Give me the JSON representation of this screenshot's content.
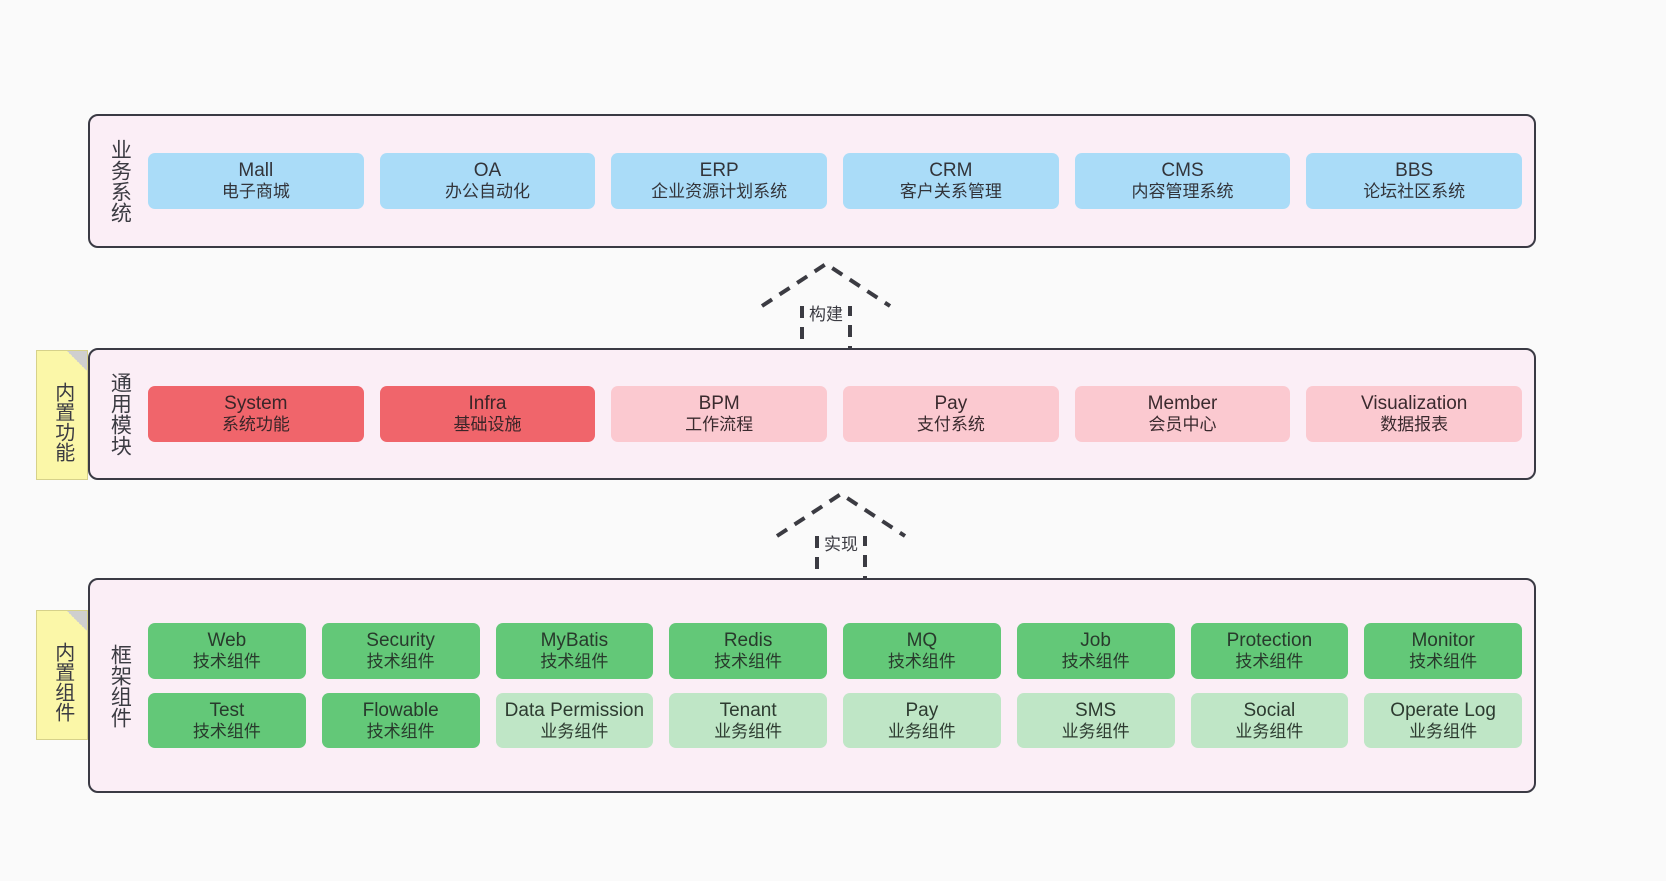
{
  "diagram": {
    "background": "#fafafa",
    "palette": {
      "layer_bg": "#fbeef6",
      "layer_border": "#3a3a44",
      "blue": "#aadcf8",
      "red": "#f0656b",
      "pink_light": "#fbc9d0",
      "green": "#63c878",
      "green_light": "#bfe6c6",
      "note_yellow": "#fbf7a8"
    }
  },
  "layers": [
    {
      "id": "business",
      "title": "业务系统",
      "rows": [
        {
          "nodes": [
            {
              "name": "Mall",
              "sub": "电子商城",
              "color": "blue"
            },
            {
              "name": "OA",
              "sub": "办公自动化",
              "color": "blue"
            },
            {
              "name": "ERP",
              "sub": "企业资源计划系统",
              "color": "blue"
            },
            {
              "name": "CRM",
              "sub": "客户关系管理",
              "color": "blue"
            },
            {
              "name": "CMS",
              "sub": "内容管理系统",
              "color": "blue"
            },
            {
              "name": "BBS",
              "sub": "论坛社区系统",
              "color": "blue"
            }
          ]
        }
      ]
    },
    {
      "id": "common",
      "title": "通用模块",
      "note": "内置功能",
      "rows": [
        {
          "nodes": [
            {
              "name": "System",
              "sub": "系统功能",
              "color": "red"
            },
            {
              "name": "Infra",
              "sub": "基础设施",
              "color": "red"
            },
            {
              "name": "BPM",
              "sub": "工作流程",
              "color": "pinklight"
            },
            {
              "name": "Pay",
              "sub": "支付系统",
              "color": "pinklight"
            },
            {
              "name": "Member",
              "sub": "会员中心",
              "color": "pinklight"
            },
            {
              "name": "Visualization",
              "sub": "数据报表",
              "color": "pinklight"
            }
          ]
        }
      ]
    },
    {
      "id": "framework",
      "title": "框架组件",
      "note": "内置组件",
      "rows": [
        {
          "nodes": [
            {
              "name": "Web",
              "sub": "技术组件",
              "color": "green"
            },
            {
              "name": "Security",
              "sub": "技术组件",
              "color": "green"
            },
            {
              "name": "MyBatis",
              "sub": "技术组件",
              "color": "green"
            },
            {
              "name": "Redis",
              "sub": "技术组件",
              "color": "green"
            },
            {
              "name": "MQ",
              "sub": "技术组件",
              "color": "green"
            },
            {
              "name": "Job",
              "sub": "技术组件",
              "color": "green"
            },
            {
              "name": "Protection",
              "sub": "技术组件",
              "color": "green"
            },
            {
              "name": "Monitor",
              "sub": "技术组件",
              "color": "green"
            }
          ]
        },
        {
          "nodes": [
            {
              "name": "Test",
              "sub": "技术组件",
              "color": "green"
            },
            {
              "name": "Flowable",
              "sub": "技术组件",
              "color": "green"
            },
            {
              "name": "Data Permission",
              "sub": "业务组件",
              "color": "greenlight"
            },
            {
              "name": "Tenant",
              "sub": "业务组件",
              "color": "greenlight"
            },
            {
              "name": "Pay",
              "sub": "业务组件",
              "color": "greenlight"
            },
            {
              "name": "SMS",
              "sub": "业务组件",
              "color": "greenlight"
            },
            {
              "name": "Social",
              "sub": "业务组件",
              "color": "greenlight"
            },
            {
              "name": "Operate Log",
              "sub": "业务组件",
              "color": "greenlight"
            }
          ]
        }
      ]
    }
  ],
  "connectors": [
    {
      "id": "build",
      "label": "构建",
      "from": "common",
      "to": "business"
    },
    {
      "id": "implement",
      "label": "实现",
      "from": "framework",
      "to": "common"
    }
  ]
}
